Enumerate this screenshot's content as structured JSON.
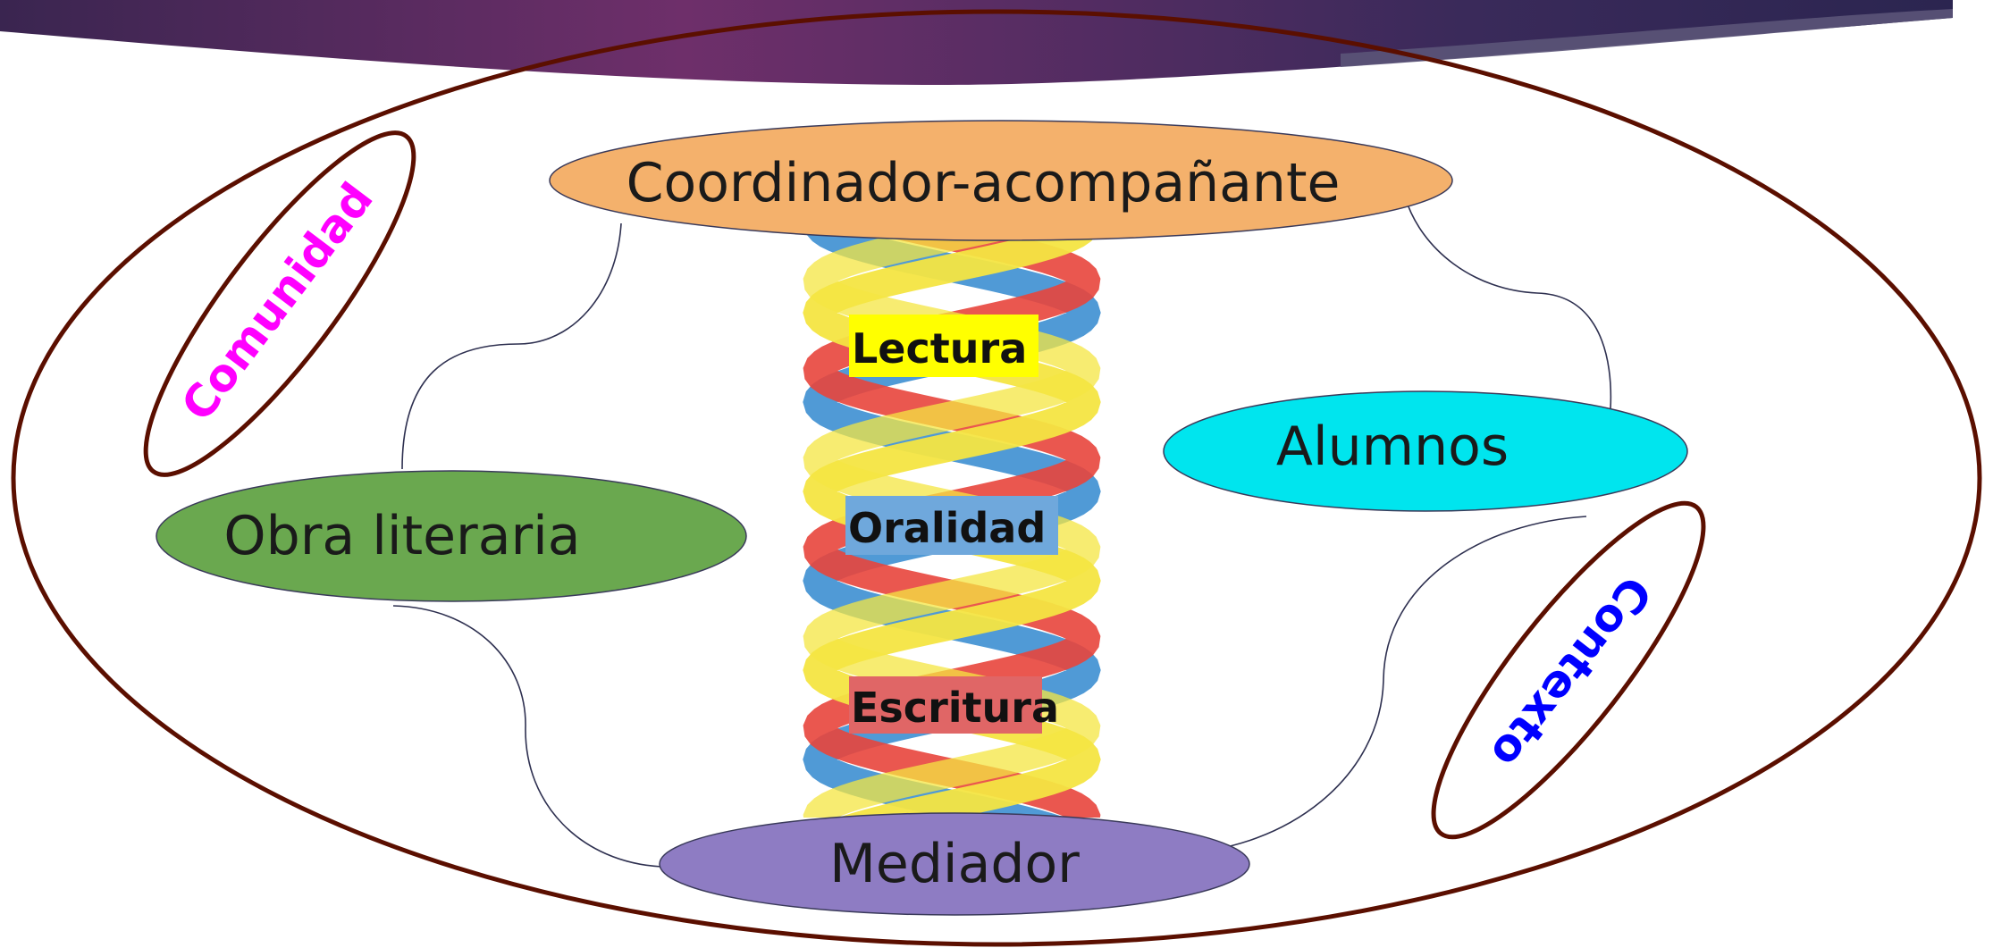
{
  "diagram": {
    "nodes": {
      "coordinador": {
        "label": "Coordinador-acompañante",
        "color": "#f4b16c"
      },
      "alumnos": {
        "label": "Alumnos",
        "color": "#00e5ee"
      },
      "obra": {
        "label": "Obra literaria",
        "color": "#6aa84f"
      },
      "mediador": {
        "label": "Mediador",
        "color": "#8e7cc3"
      }
    },
    "outer_labels": {
      "comunidad": {
        "label": "Comunidad",
        "color": "#ff00ff"
      },
      "contexto": {
        "label": "Contexto",
        "color": "#0000ff"
      }
    },
    "helix_labels": {
      "lectura": {
        "label": "Lectura",
        "highlight": "#ffff00"
      },
      "oralidad": {
        "label": "Oralidad",
        "highlight": "#6fa8dc"
      },
      "escritura": {
        "label": "Escritura",
        "highlight": "#e06666"
      }
    },
    "colors": {
      "outer_ellipse": "#5b0f00",
      "connectors": "#2e3050",
      "banner_left": "#4a2a5c",
      "banner_mid": "#6e2f6a",
      "banner_right": "#2b2550",
      "helix_yellow": "#f4e542",
      "helix_blue": "#3d8fd1",
      "helix_red": "#e8453c"
    }
  }
}
